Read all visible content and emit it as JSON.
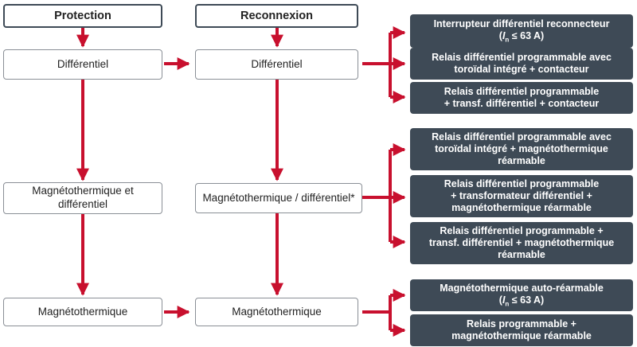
{
  "headers": {
    "protection": "Protection",
    "reconnexion": "Reconnexion"
  },
  "rows": [
    {
      "protection": "Différentiel",
      "reconnexion": "Différentiel",
      "options": [
        {
          "lines": [
            "Interrupteur différentiel reconnecteur",
            "(In ≤ 63 A)"
          ]
        },
        {
          "lines": [
            "Relais différentiel programmable avec",
            "toroïdal intégré + contacteur"
          ]
        },
        {
          "lines": [
            "Relais différentiel programmable",
            "+ transf. différentiel + contacteur"
          ]
        }
      ]
    },
    {
      "protection": [
        "Magnétothermique et",
        "différentiel"
      ],
      "reconnexion": "Magnétothermique / différentiel*",
      "options": [
        {
          "lines": [
            "Relais différentiel programmable avec",
            "toroïdal intégré + magnétothermique",
            "réarmable"
          ]
        },
        {
          "lines": [
            "Relais différentiel programmable",
            "+ transformateur différentiel +",
            "magnétothermique réarmable"
          ]
        },
        {
          "lines": [
            "Relais différentiel programmable +",
            "transf. différentiel + magnétothermique",
            "réarmable"
          ]
        }
      ]
    },
    {
      "protection": "Magnétothermique",
      "reconnexion": "Magnétothermique",
      "options": [
        {
          "lines": [
            "Magnétothermique auto-réarmable",
            "(In ≤ 63 A)"
          ]
        },
        {
          "lines": [
            "Relais programmable +",
            "magnétothermique réarmable"
          ]
        }
      ]
    }
  ],
  "colors": {
    "connector": "#c8102e",
    "option_fill": "#3e4a56",
    "header_border": "#3e4a56",
    "node_border": "#8a8f96"
  }
}
